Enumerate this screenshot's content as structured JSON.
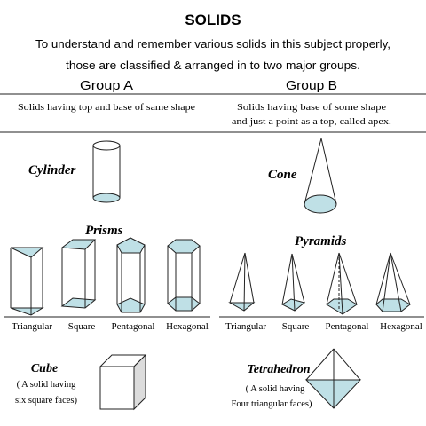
{
  "header": {
    "title": "SOLIDS",
    "subtitle_line1": "To understand and remember various solids in this subject properly,",
    "subtitle_line2": "those are classified & arranged in to two major groups."
  },
  "group_a": {
    "heading": "Group A",
    "description": "Solids having top and base of same shape",
    "cylinder_label": "Cylinder",
    "prisms_label": "Prisms",
    "prism_types": [
      "Triangular",
      "Square",
      "Pentagonal",
      "Hexagonal"
    ],
    "cube_label": "Cube",
    "cube_note_line1": "( A solid having",
    "cube_note_line2": "six square faces)"
  },
  "group_b": {
    "heading": "Group B",
    "description_line1": "Solids having base of some shape",
    "description_line2": "and just a point as a top, called apex.",
    "cone_label": "Cone",
    "pyramids_label": "Pyramids",
    "pyramid_types": [
      "Triangular",
      "Square",
      "Pentagonal",
      "Hexagonal"
    ],
    "tetrahedron_label": "Tetrahedron",
    "tetra_note_line1": "( A solid having",
    "tetra_note_line2": "Four triangular faces)"
  },
  "colors": {
    "face_fill": "#bfe0e6",
    "stroke": "#222222",
    "text": "#000000"
  }
}
